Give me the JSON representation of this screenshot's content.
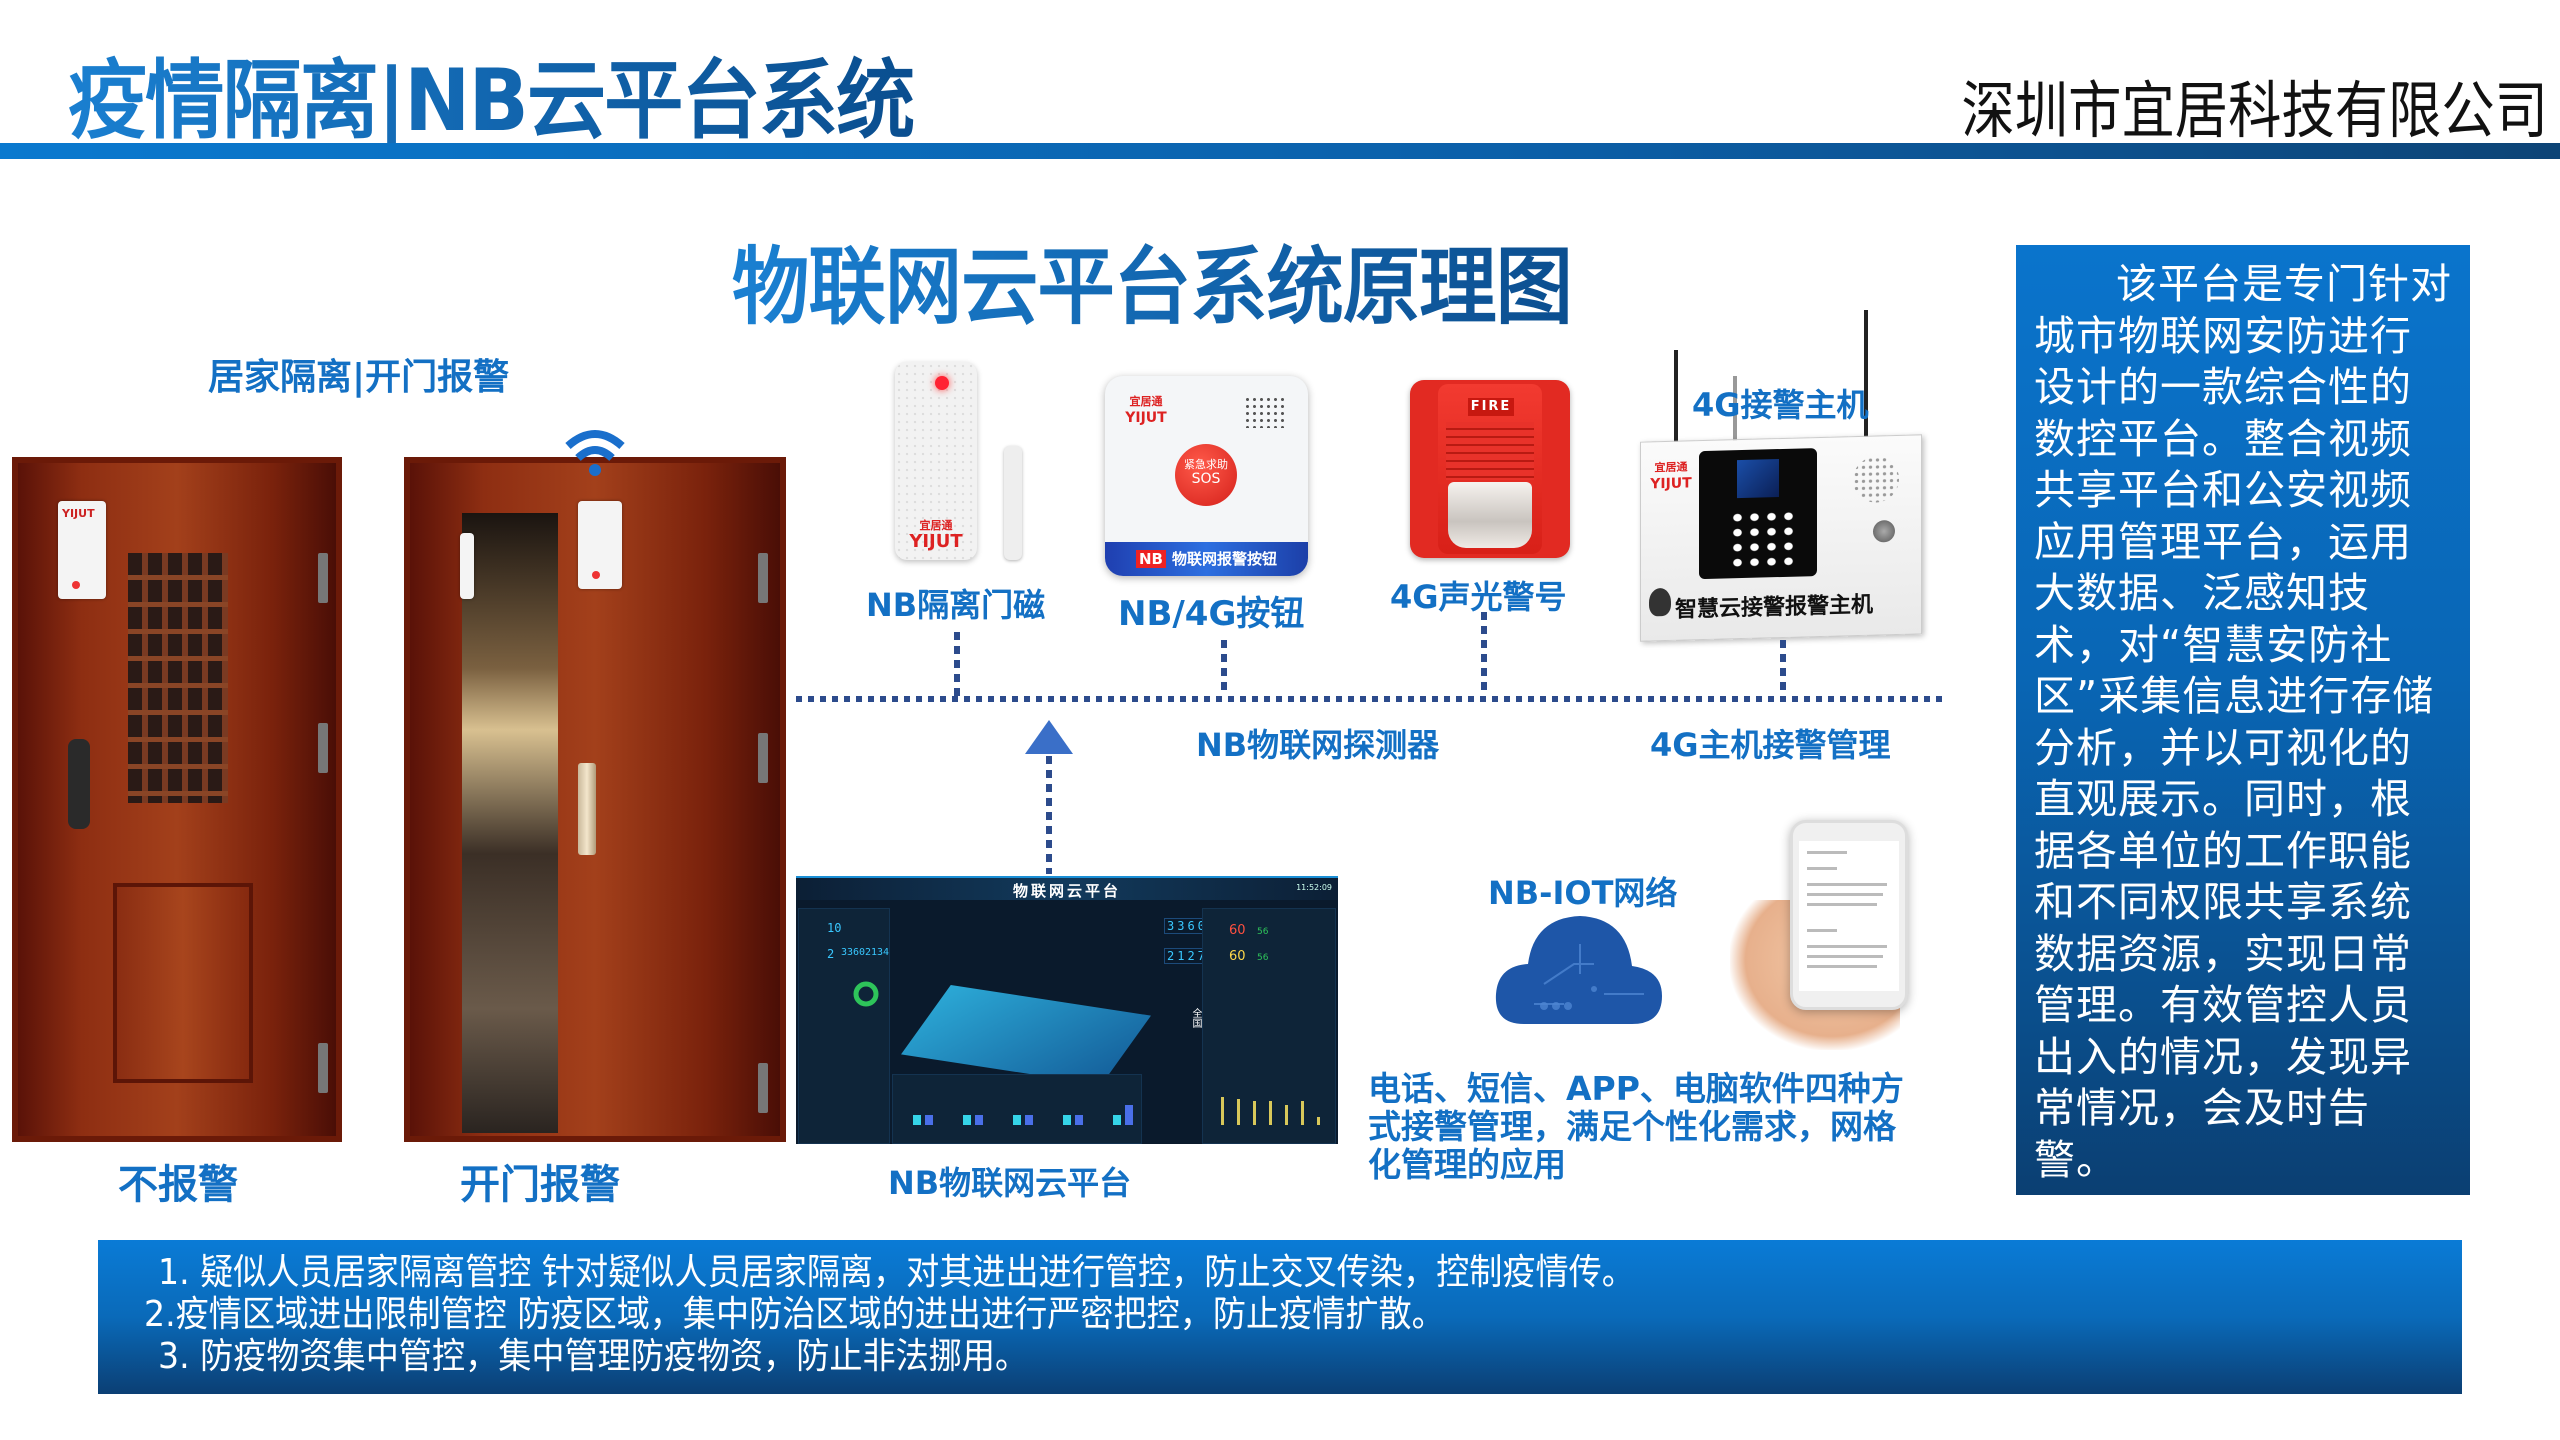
{
  "header": {
    "title": "疫情隔离|NB云平台系统",
    "company": "深圳市宜居科技有限公司"
  },
  "diagram": {
    "title": "物联网云平台系统原理图",
    "home_isolation_label": "居家隔离|开门报警",
    "door_states": [
      {
        "label": "不报警",
        "state": "closed"
      },
      {
        "label": "开门报警",
        "state": "open"
      }
    ],
    "devices": [
      {
        "name": "NB隔离门磁",
        "icon": "door-sensor-icon"
      },
      {
        "name": "NB/4G按钮",
        "icon": "sos-button-icon",
        "button_text": [
          "紧急求助",
          "SOS"
        ],
        "strip_badge": "NB",
        "strip_text": "物联网报警按钮"
      },
      {
        "name": "4G声光警号",
        "icon": "siren-icon",
        "badge": "FIRE"
      },
      {
        "name": "4G接警主机",
        "icon": "alarm-host-icon",
        "panel_text": "智慧云接警报警主机"
      }
    ],
    "brand": {
      "cn": "宜居通",
      "en": "YIJUT"
    },
    "bus_labels": {
      "detector": "NB物联网探测器",
      "host_management": "4G主机接警管理"
    },
    "platform": {
      "caption": "NB物联网云平台",
      "screen_title": "物联网云平台",
      "time": "11:52:09",
      "stats": {
        "counter_a": "3360",
        "counter_b": "2127",
        "left_a": "10",
        "left_b": "2",
        "left_c": "3360",
        "left_d": "2134",
        "alarm_a": "60",
        "alarm_b": "60",
        "alarm_c": "56",
        "alarm_d": "56"
      },
      "side_label": "全国"
    },
    "network": {
      "label": "NB-IOT网络",
      "contact_methods": "电话、短信、APP、电脑软件四种方式接警管理，满足个性化需求，网格化管理的应用"
    }
  },
  "description": {
    "text": "该平台是专门针对城市物联网安防进行设计的一款综合性的数控平台。整合视频共享平台和公安视频应用管理平台，运用大数据、泛感知技术，对“智慧安防社区”采集信息进行存储分析，并以可视化的直观展示。同时，根据各单位的工作职能和不同权限共享系统数据资源，实现日常管理。有效管控人员出入的情况，发现异常情况，会及时告警。"
  },
  "features": [
    "1. 疑似人员居家隔离管控 针对疑似人员居家隔离，对其进出进行管控，防止交叉传染，控制疫情传。",
    "2.疫情区域进出限制管控 防疫区域，集中防治区域的进出进行严密把控，防止疫情扩散。",
    " 3. 防疫物资集中管控，集中管理防疫物资，防止非法挪用。"
  ],
  "colors": {
    "brand_blue": "#1370c4",
    "header_bar": "#0a79cf",
    "panel_dark": "#0b3f72",
    "dotted_line": "#2c4b8c"
  }
}
